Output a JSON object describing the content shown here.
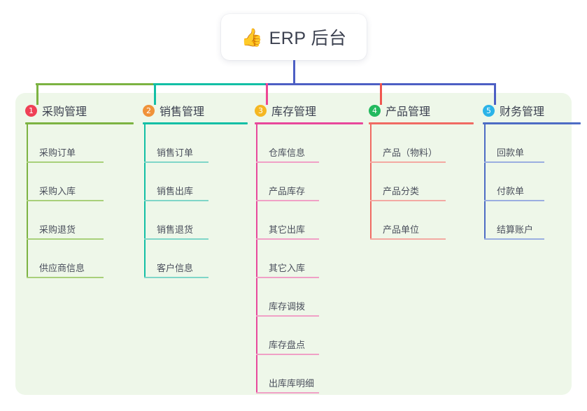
{
  "root": {
    "icon": "thumbs-up-icon",
    "emoji": "👍",
    "label": "ERP 后台"
  },
  "theme": {
    "panel_bg": "#eef7e9",
    "page_bg": "#ffffff",
    "text": "#3c4150",
    "trunk": "#4d5fc4"
  },
  "connectors": {
    "trunk_color": "#4d5fc4",
    "bus_segments": [
      {
        "name": "bus-green",
        "color": "#7cb342"
      },
      {
        "name": "bus-teal",
        "color": "#12bfa5"
      },
      {
        "name": "bus-blue",
        "color": "#4d5fc4"
      }
    ]
  },
  "branches": [
    {
      "index": "1",
      "badge_color": "#ef4056",
      "line_color": "#7cb342",
      "rule_color": "#a8d07a",
      "drop_color": "#7cb342",
      "title": "采购管理",
      "items": [
        "采购订单",
        "采购入库",
        "采购退货",
        "供应商信息"
      ]
    },
    {
      "index": "2",
      "badge_color": "#f0923a",
      "line_color": "#12bfa5",
      "rule_color": "#7fd6c8",
      "drop_color": "#12bfa5",
      "title": "销售管理",
      "items": [
        "销售订单",
        "销售出库",
        "销售退货",
        "客户信息"
      ]
    },
    {
      "index": "3",
      "badge_color": "#f5b722",
      "line_color": "#e8489b",
      "rule_color": "#f0a0c6",
      "drop_color": "#ee4693",
      "title": "库存管理",
      "items": [
        "仓库信息",
        "产品库存",
        "其它出库",
        "其它入库",
        "库存调拨",
        "库存盘点",
        "出库库明细"
      ]
    },
    {
      "index": "4",
      "badge_color": "#22b95e",
      "line_color": "#f06a63",
      "rule_color": "#f3a9a2",
      "drop_color": "#f0564f",
      "title": "产品管理",
      "items": [
        "产品（物料）",
        "产品分类",
        "产品单位"
      ]
    },
    {
      "index": "5",
      "badge_color": "#2bb3e8",
      "line_color": "#4d6cc4",
      "rule_color": "#9aaee0",
      "drop_color": "#4d5fc4",
      "title": "财务管理",
      "items": [
        "回款单",
        "付款单",
        "结算账户"
      ]
    }
  ]
}
